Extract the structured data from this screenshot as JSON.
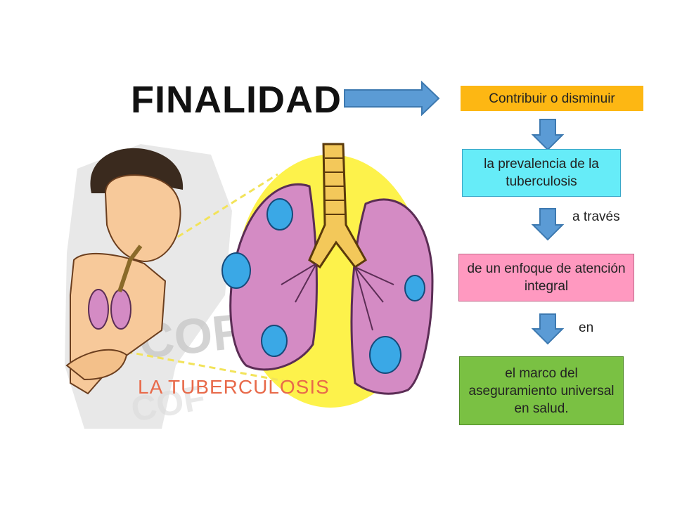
{
  "title": "FINALIDAD",
  "steps": [
    "Contribuir o disminuir",
    "la prevalencia de la tuberculosis",
    "de un enfoque de atención integral",
    "el marco del aseguramiento universal en salud."
  ],
  "connectors": [
    "a través",
    "en"
  ],
  "illustration": {
    "banner_text": "LA TUBERCULOSIS",
    "background_text": "COF"
  },
  "colors": {
    "step1": "#fdb713",
    "step2": "#66ecf8",
    "step3": "#ff99c0",
    "step4": "#7ac143",
    "arrow": "#5b9bd5"
  }
}
